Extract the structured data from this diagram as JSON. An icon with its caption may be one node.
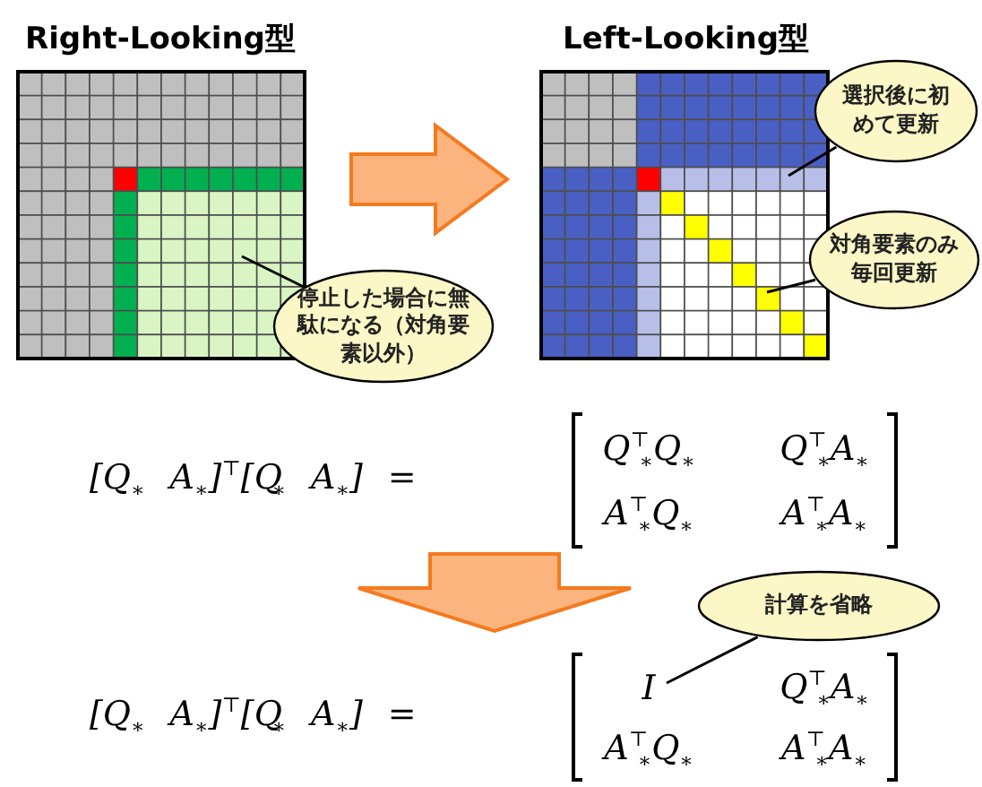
{
  "diagram": {
    "nodes": [
      {
        "text": [
          "Right-Looking型"
        ]
      },
      {
        "text": [
          "Left-Looking型"
        ]
      },
      {
        "text": [
          "停止した場合に無駄になる（対角要素以外）"
        ]
      },
      {
        "text": [
          "選択後に初めて更新"
        ]
      },
      {
        "text": [
          "対角要素のみ毎回更新"
        ]
      },
      {
        "text": [
          "[Q$_{∗}$ A$_{∗}$]$^{⊤}$[Q$_{∗}$ A$_{∗}$] =",
          "Q$^{⊤}$$_{∗}$Q$_{∗}$",
          "Q$^{⊤}$$_{∗}$A$_{∗}$",
          "A$^{⊤}$$_{∗}$Q$_{∗}$",
          "A$^{⊤}$$_{∗}$A$_{∗}$"
        ]
      },
      {
        "text": [
          "計算を省略"
        ]
      },
      {
        "text": [
          "[Q$_{∗}$ A$_{∗}$]$^{⊤}$[Q$_{∗}$ A$_{∗}$] =",
          "I",
          "Q$^{⊤}$$_{∗}$A$_{∗}$",
          "A$^{⊤}$$_{∗}$Q$_{∗}$",
          "A$^{⊤}$$_{∗}$A$_{∗}$"
        ]
      }
    ],
    "edges": [
      {
        "from": 0,
        "to": 1,
        "arrow": "to"
      },
      {
        "from": 2,
        "to": 0,
        "arrow": "none"
      },
      {
        "from": 3,
        "to": 1,
        "arrow": "none"
      },
      {
        "from": 4,
        "to": 1,
        "arrow": "none"
      },
      {
        "from": 5,
        "to": 7,
        "arrow": "to"
      },
      {
        "from": 6,
        "to": 7,
        "arrow": "none"
      }
    ]
  }
}
